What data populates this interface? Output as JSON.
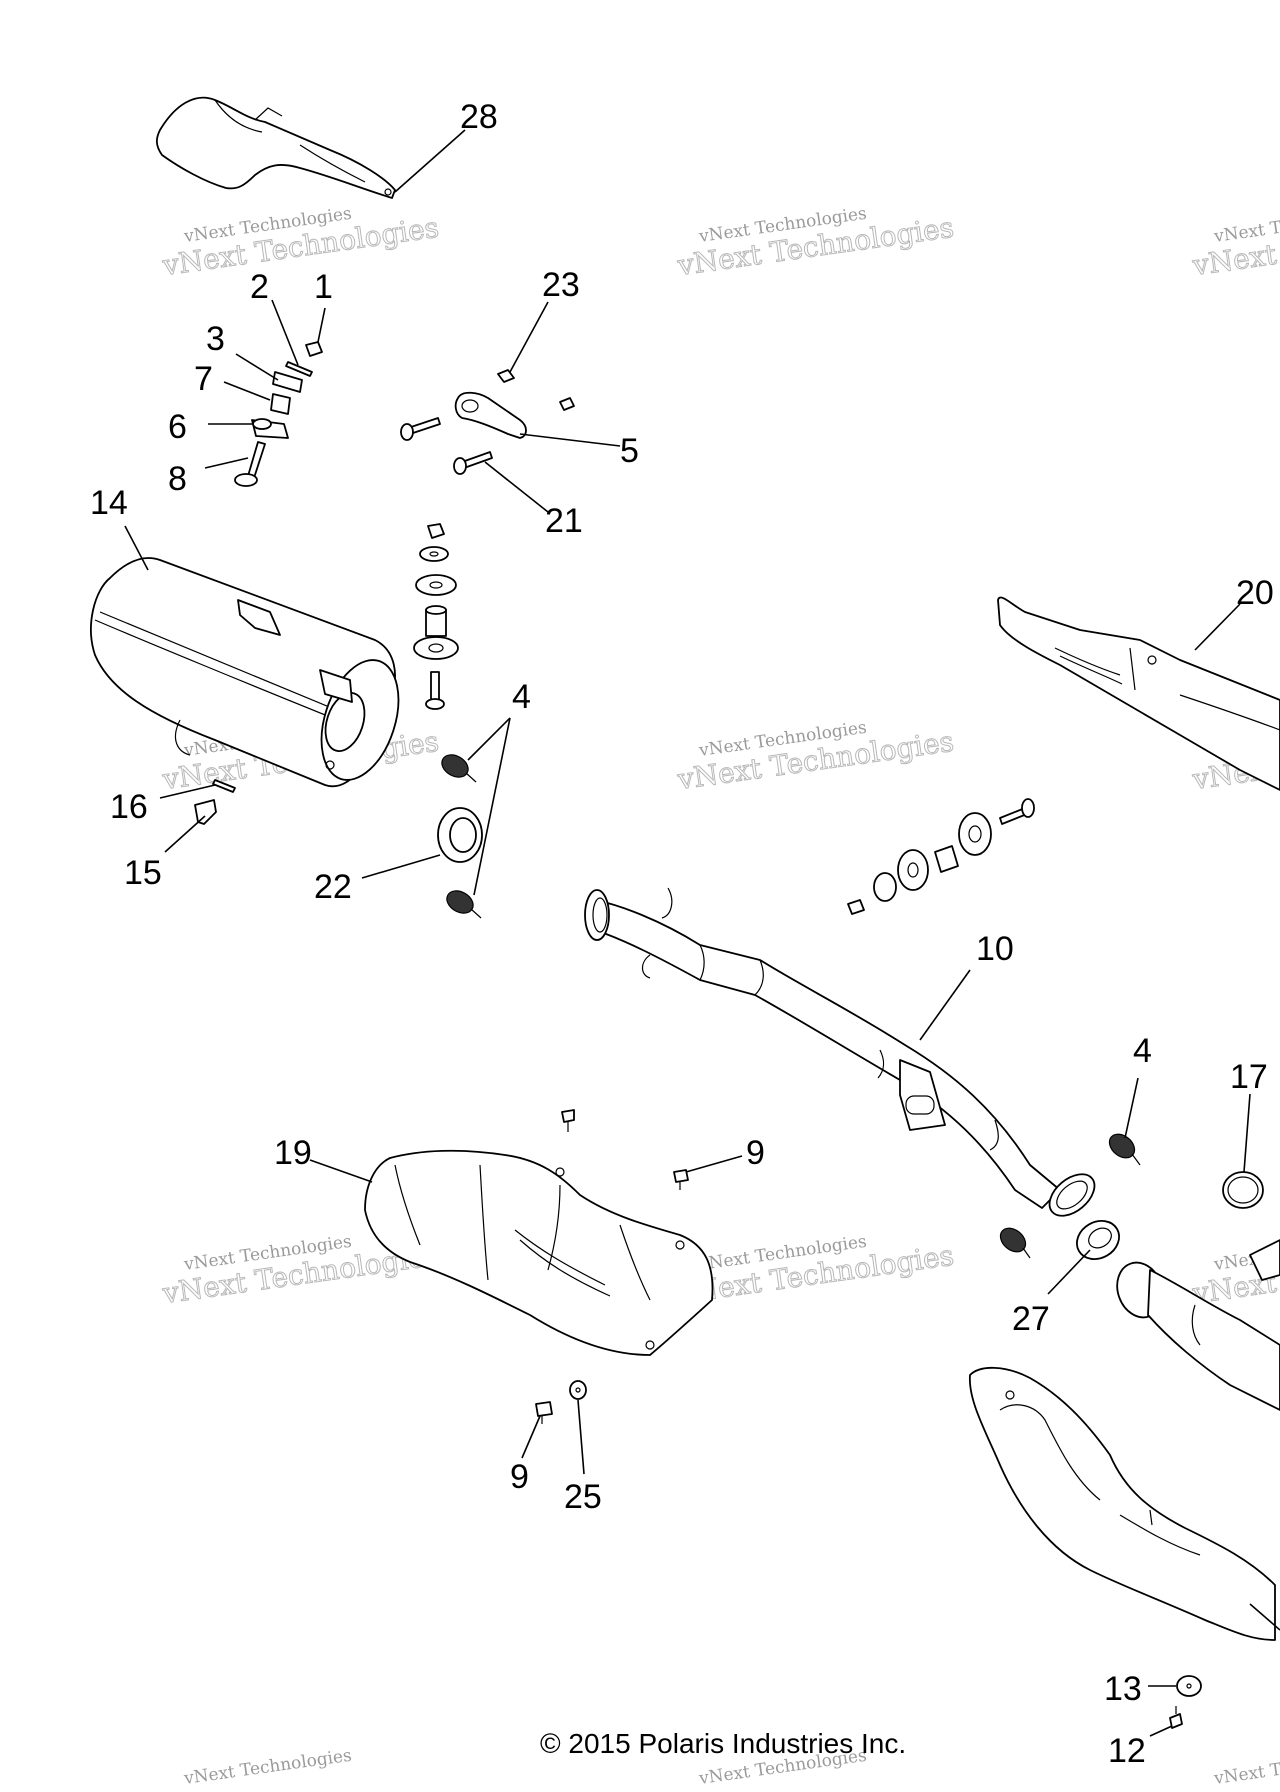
{
  "copyright": "© 2015 Polaris Industries Inc.",
  "watermark": {
    "line1": "vNext Technologies",
    "line2": "vNext Technologies"
  },
  "callouts": [
    {
      "id": "c28",
      "label": "28"
    },
    {
      "id": "c2",
      "label": "2"
    },
    {
      "id": "c1",
      "label": "1"
    },
    {
      "id": "c3",
      "label": "3"
    },
    {
      "id": "c7",
      "label": "7"
    },
    {
      "id": "c6",
      "label": "6"
    },
    {
      "id": "c8",
      "label": "8"
    },
    {
      "id": "c23",
      "label": "23"
    },
    {
      "id": "c5",
      "label": "5"
    },
    {
      "id": "c21",
      "label": "21"
    },
    {
      "id": "c14",
      "label": "14"
    },
    {
      "id": "c4a",
      "label": "4"
    },
    {
      "id": "c16",
      "label": "16"
    },
    {
      "id": "c15",
      "label": "15"
    },
    {
      "id": "c22",
      "label": "22"
    },
    {
      "id": "c20",
      "label": "20"
    },
    {
      "id": "c10",
      "label": "10"
    },
    {
      "id": "c4b",
      "label": "4"
    },
    {
      "id": "c17",
      "label": "17"
    },
    {
      "id": "c19",
      "label": "19"
    },
    {
      "id": "c9a",
      "label": "9"
    },
    {
      "id": "c27",
      "label": "27"
    },
    {
      "id": "c9b",
      "label": "9"
    },
    {
      "id": "c25",
      "label": "25"
    },
    {
      "id": "c13",
      "label": "13"
    },
    {
      "id": "c12",
      "label": "12"
    }
  ]
}
